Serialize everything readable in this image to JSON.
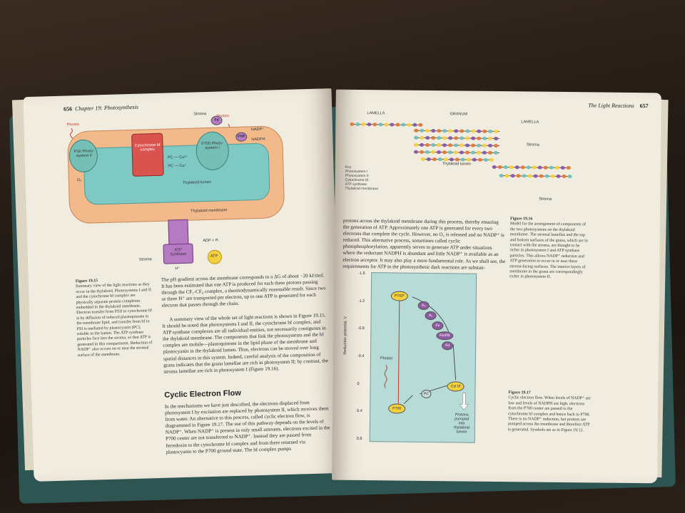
{
  "left_page": {
    "page_number": "656",
    "chapter": "Chapter 19: Photosynthesis",
    "diagram_labels": {
      "stroma_top": "Stroma",
      "photon_a": "Photon",
      "photon_b": "Photon",
      "ps2": "PSII Photo- system II",
      "cytochrome": "Cytochrome bf complex",
      "ps1": "P700 Photo- system I",
      "fd": "Fd",
      "fnr": "FNR",
      "nadp": "NADP⁺",
      "nadph": "NADPH",
      "pc1": "PC — Cu²⁺",
      "pc2": "PC — Cu⁺",
      "o2": "O₂",
      "lumen": "Thylakoid lumen",
      "membrane": "Thylakoid membrane",
      "stroma_bottom": "Stroma",
      "atp_synthase": "ATP Synthase",
      "adp": "ADP + Pᵢ",
      "atp": "ATP",
      "h_plus": "H⁺"
    },
    "figure_caption": {
      "label": "Figure 19.15",
      "text": "Summary view of the light reactions as they occur in the thylakoid. Photosystems I and II and the cytochrome bf complex are physically separate protein complexes embedded in the thylakoid membrane. Electron transfer from PSII to cytochrome bf is by diffusion of reduced plastoquinone in the membrane lipid, and transfer from bf to PSI is mediated by plastocyanin (PC), soluble in the lumen. The ATP synthase particles face into the stroma, so that ATP is generated in this compartment. Reduction of NADP⁺ also occurs on or near the stromal surface of the membrane."
    },
    "body_paragraph_1": "The pH gradient across the membrane corresponds to a ΔG of about −20 kJ/mol. It has been estimated that one ATP is produced for each three protons passing through the CF₁-CF₀ complex, a thermodynamically reasonable result. Since two or three H⁺ are transported per electron, up to one ATP is generated for each electron that passes through the chain.",
    "body_paragraph_2": "A summary view of the whole set of light reactions is shown in Figure 19.15. It should be noted that photosystems I and II, the cytochrome bf complex, and ATP synthase complexes are all individual entities, not necessarily contiguous in the thylakoid membrane. The components that link the photosystems and the bf complex are mobile—plastoquinone in the lipid phase of the membrane and plastocyanin in the thylakoid lumen. Thus, electrons can be moved over long spatial distances in this system. Indeed, careful analysis of the composition of grana indicates that the grana lamellae are rich in photosystem II; by contrast, the stroma lamellae are rich in photosystem I (Figure 19.16).",
    "section_heading": "Cyclic Electron Flow",
    "body_paragraph_3": "In the mechanisms we have just described, the electrons displaced from photosystem I by excitation are replaced by photosystem II, which receives them from water. An alternative to this process, called cyclic electron flow, is diagrammed in Figure 19.17. The use of this pathway depends on the levels of NADP⁺. When NADP⁺ is present in only small amounts, electrons excited in the P700 center are not transferred to NADP⁺. Instead they are passed from ferredoxin to the cytochrome bf complex and from there returned via plastocyanin to the P700 ground state. The bf complex pumps"
  },
  "right_page": {
    "running_head": "The Light Reactions",
    "page_number": "657",
    "grana_labels": {
      "lamella_left": "LAMELLA",
      "granum": "GRANUM",
      "lamella_right": "LAMELLA",
      "stroma_a": "Stroma",
      "stroma_b": "Stroma",
      "lumen": "Thylakoid lumen"
    },
    "legend": {
      "title": "Key",
      "items": [
        "Photosystem I",
        "Photosystem II",
        "Cytochrome bf",
        "ATP synthase",
        "Thylakoid membrane"
      ]
    },
    "fig16_caption": {
      "label": "Figure 19.16",
      "text": "Model for the arrangement of components of the two photosystems on the thylakoid membrane. The stromal lamellae and the top and bottom surfaces of the grana, which are in contact with the stroma, are thought to be richer in photosystem I and ATP synthase particles. This allows NADP⁺ reduction and ATP generation to occur in or near these stroma-facing surfaces. The interior layers of membrane in the grana are correspondingly richer in photosystem II."
    },
    "body_paragraph": "protons across the thylakoid membrane during this process, thereby ensuring the generation of ATP. Approximately one ATP is generated for every two electrons that complete the cycle. However, no O₂ is released and no NADP⁺ is reduced. This alternative process, sometimes called cyclic photophosphorylation, apparently serves to generate ATP under situations where the reductant NADPH is abundant and little NADP⁺ is available as an electron acceptor. It may also play a more fundamental role. As we shall see, the requirements for ATP in the photosynthetic dark reactions are substan-",
    "plot": {
      "ylabel": "Reduction potential, V",
      "ticks": [
        "-1.6",
        "-1.2",
        "-0.8",
        "-0.4",
        "0",
        "0.4",
        "0.8"
      ],
      "p700_star": "P700*",
      "chain": [
        "A₀",
        "A₁",
        "Fx",
        "FA/FB",
        "Fd"
      ],
      "cyt": "Cyt bf",
      "pc": "PC",
      "p700": "P700",
      "photon": "Photon",
      "protons": "Protons pumped into thylakoid lumen"
    },
    "fig17_caption": {
      "label": "Figure 19.17",
      "text": "Cyclic electron flow. When levels of NADP⁺ are low and levels of NADPH are high, electrons from the P700 center are passed to the cytochrome bf complex and hence back to P700. There is no NADP⁺ reduction, but protons are pumped across the membrane and therefore ATP is generated. Symbols are as in Figure 19.12."
    }
  }
}
